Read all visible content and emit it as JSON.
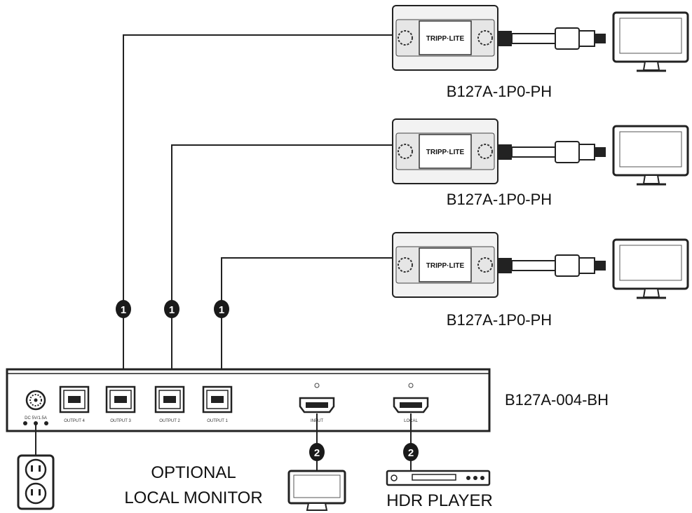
{
  "receivers": [
    {
      "model": "B127A-1P0-PH"
    },
    {
      "model": "B127A-1P0-PH"
    },
    {
      "model": "B127A-1P0-PH"
    }
  ],
  "splitter": {
    "model": "B127A-004-BH",
    "power_label": "DC 5V/1.5A",
    "ports": [
      "OUTPUT 4",
      "OUTPUT 3",
      "OUTPUT 2",
      "OUTPUT 1"
    ],
    "input_label": "INPUT",
    "local_label": "LOCAL"
  },
  "callouts": {
    "cat_cable": "1",
    "hdmi_cable": "2"
  },
  "devices": {
    "local_monitor_line1": "OPTIONAL",
    "local_monitor_line2": "LOCAL MONITOR",
    "hdr_player": "HDR PLAYER"
  },
  "colors": {
    "line": "#222222",
    "device_fill": "#f2f2f2",
    "dark": "#1a1a1a",
    "background": "#ffffff"
  }
}
